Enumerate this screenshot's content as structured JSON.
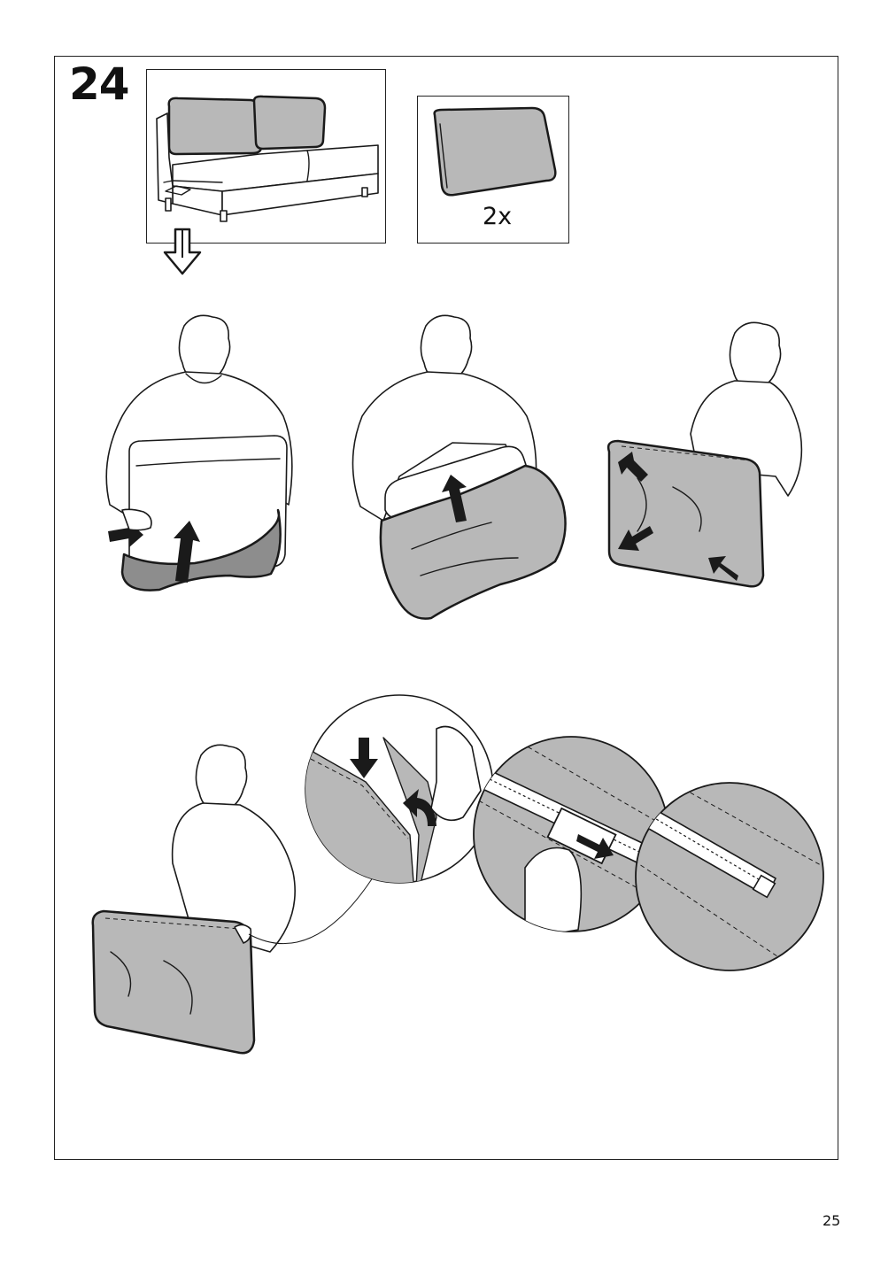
{
  "step": {
    "number": "24"
  },
  "parts": {
    "cushion_quantity": "2x"
  },
  "footer": {
    "page_number": "25"
  }
}
